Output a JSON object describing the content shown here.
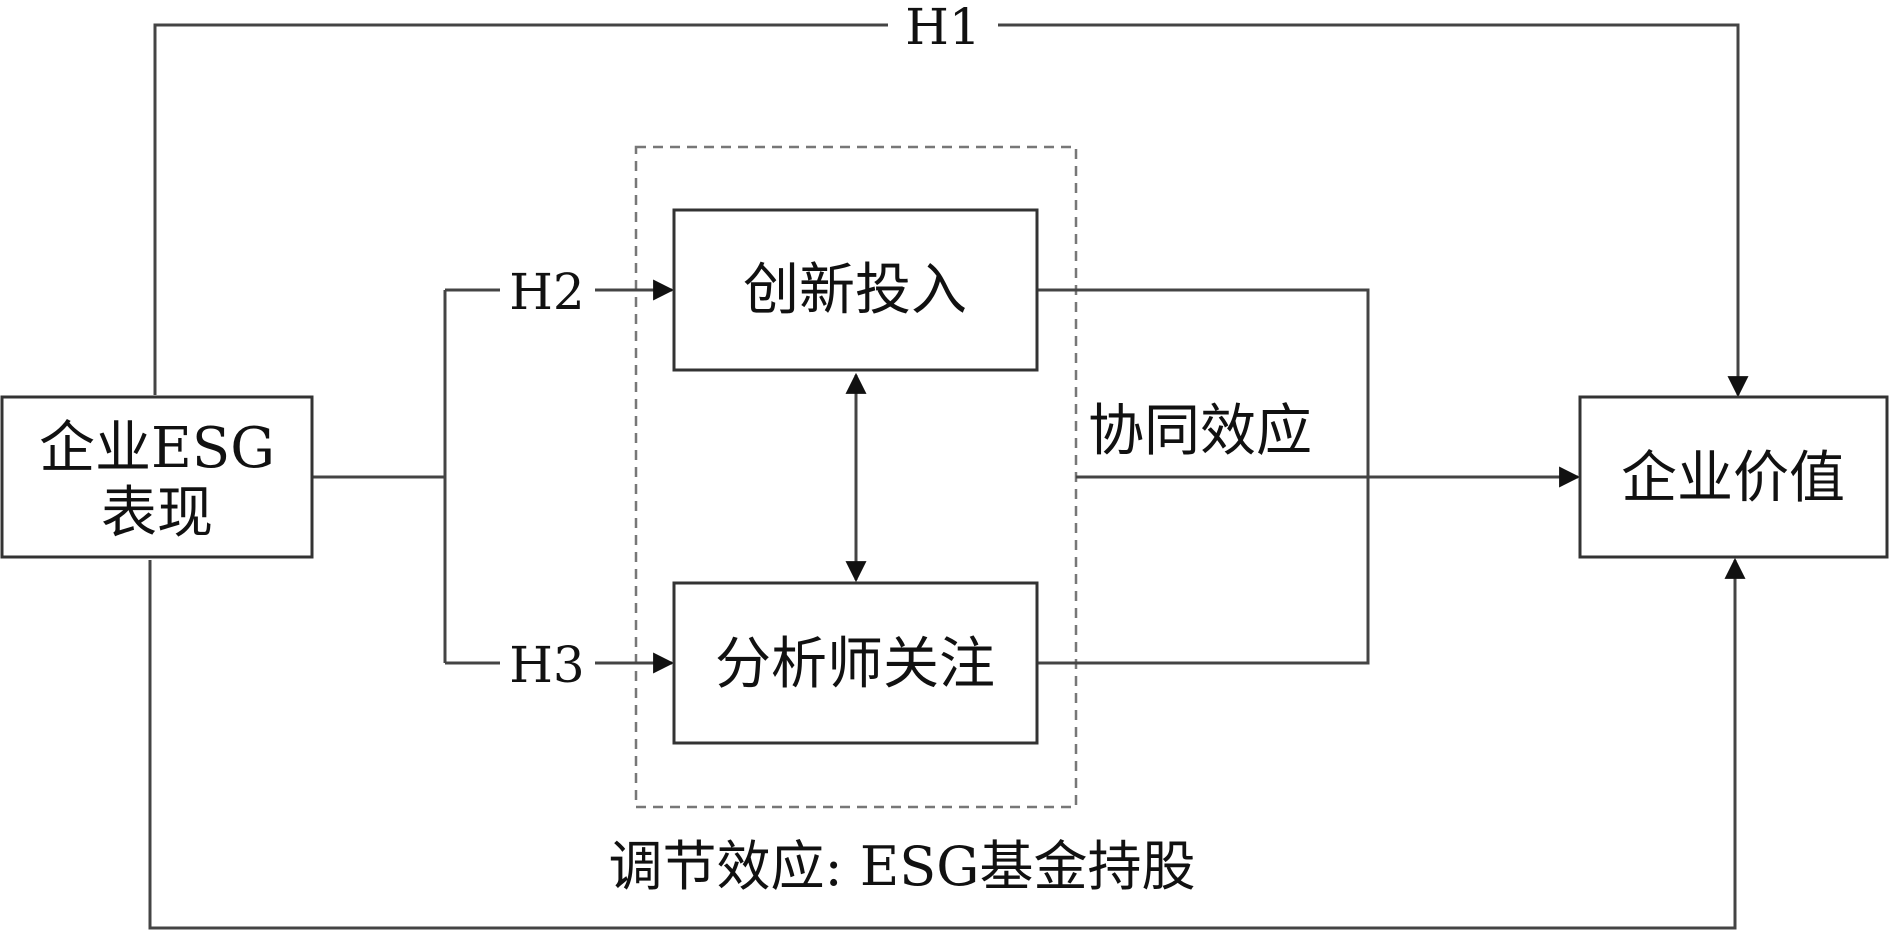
{
  "diagram": {
    "nodes": {
      "esg_performance": {
        "line1": "企业ESG",
        "line2": "表现"
      },
      "innovation_input": {
        "label": "创新投入"
      },
      "analyst_attention": {
        "label": "分析师关注"
      },
      "firm_value": {
        "label": "企业价值"
      }
    },
    "hypotheses": {
      "h1": "H1",
      "h2": "H2",
      "h3": "H3"
    },
    "synergy_label": "协同效应",
    "moderator_caption": "调节效应: ESG基金持股"
  },
  "colors": {
    "stroke": "#333333",
    "text": "#111111",
    "dashed_border": "#777777",
    "background": "#ffffff"
  }
}
